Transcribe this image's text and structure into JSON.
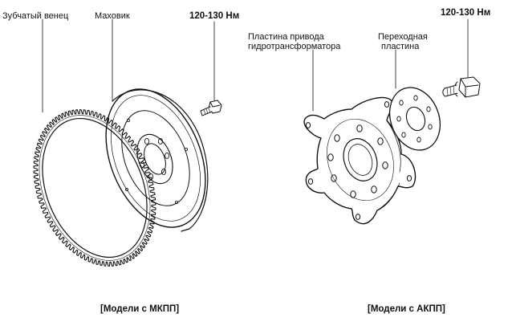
{
  "labels": {
    "ring_gear": "Зубчатый венец",
    "flywheel": "Маховик",
    "torque_left": "120-130 Нм",
    "torque_right": "120-130 Нм",
    "drive_plate_line1": "Пластина привода",
    "drive_plate_line2": "гидротрансформатора",
    "adapter_line1": "Переходная",
    "adapter_line2": "пластина"
  },
  "captions": {
    "manual": "[Модели с МКПП]",
    "automatic": "[Модели с АКПП]"
  }
}
